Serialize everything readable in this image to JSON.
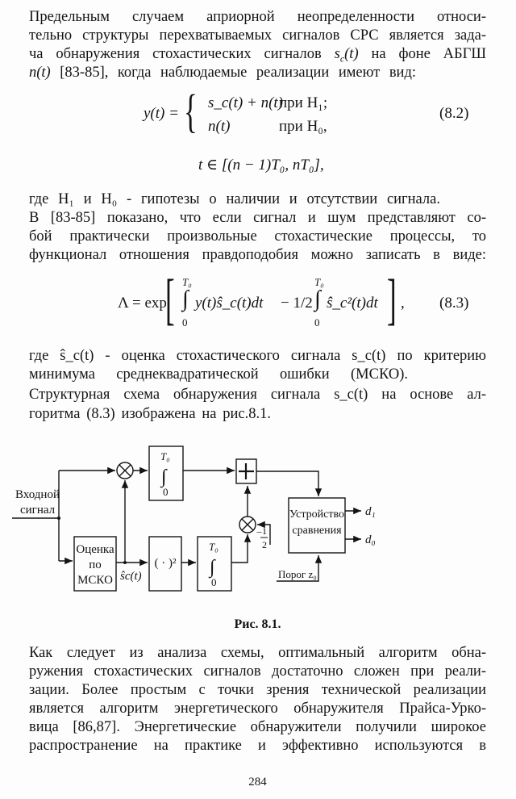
{
  "para1": [
    "Предельным случаем априорной неопределенности относи-",
    "тельно структуры перехватываемых сигналов СРС является зада-",
    "ча обнаружения стохастических сигналов",
    "на фоне АБГШ",
    "[83-85], когда наблюдаемые реализации имеют вид:"
  ],
  "eq82": {
    "lhs": "y(t) =",
    "case1": "s_c(t) + n(t)",
    "case1_cond": "при H₁;",
    "case2": "n(t)",
    "case2_cond": "при H₀,",
    "interval": "t ∈ [(n − 1)T₀, nT₀],",
    "number": "(8.2)"
  },
  "para2": [
    "где H₁ и H₀ - гипотезы о наличии и отсутствии сигнала.",
    "В [83-85] показано, что если сигнал и шум представляют со-",
    "бой практически произвольные стохастические процессы, то",
    "функционал отношения правдоподобия можно записать в виде:"
  ],
  "eq83": {
    "lhs": "Λ = exp",
    "term1": "y(t)ŝ_c(t)dt",
    "minus_half": "− 1/2",
    "term2": "ŝ_c²(t)dt",
    "upper": "T₀",
    "lower": "0",
    "number": "(8.3)"
  },
  "para3": [
    "где ŝ_c(t) - оценка стохастического сигнала s_c(t) по критерию",
    "минимума среднеквадратической ошибки (МСКО).",
    "Структурная схема обнаружения сигнала s_c(t) на основе ал-",
    "горитма (8.3) изображена на рис.8.1."
  ],
  "diagram": {
    "input_label": [
      "Входной",
      "сигнал"
    ],
    "estimator": [
      "Оценка",
      "по",
      "МСКО"
    ],
    "estimate_label": "ŝc(t)",
    "square": "( · )²",
    "integral_upper": "T₀",
    "integral_sign": "∫",
    "integral_lower": "0",
    "minus_half": [
      "−",
      "1",
      "2"
    ],
    "comparator": [
      "Устройство",
      "сравнения"
    ],
    "outputs": [
      "d₁",
      "d₀"
    ],
    "threshold": "Порог z₀"
  },
  "caption": "Рис. 8.1.",
  "para4": [
    "Как следует из анализа схемы, оптимальный алгоритм обна-",
    "ружения стохастических сигналов достаточно сложен при реали-",
    "зации. Более простым с точки зрения технической реализации",
    "является алгоритм энергетического обнаружителя Прайса-Урко-",
    "вица [86,87]. Энергетические обнаружители получили широкое",
    "распространение на практике и эффективно используются в"
  ],
  "page_number": "284"
}
